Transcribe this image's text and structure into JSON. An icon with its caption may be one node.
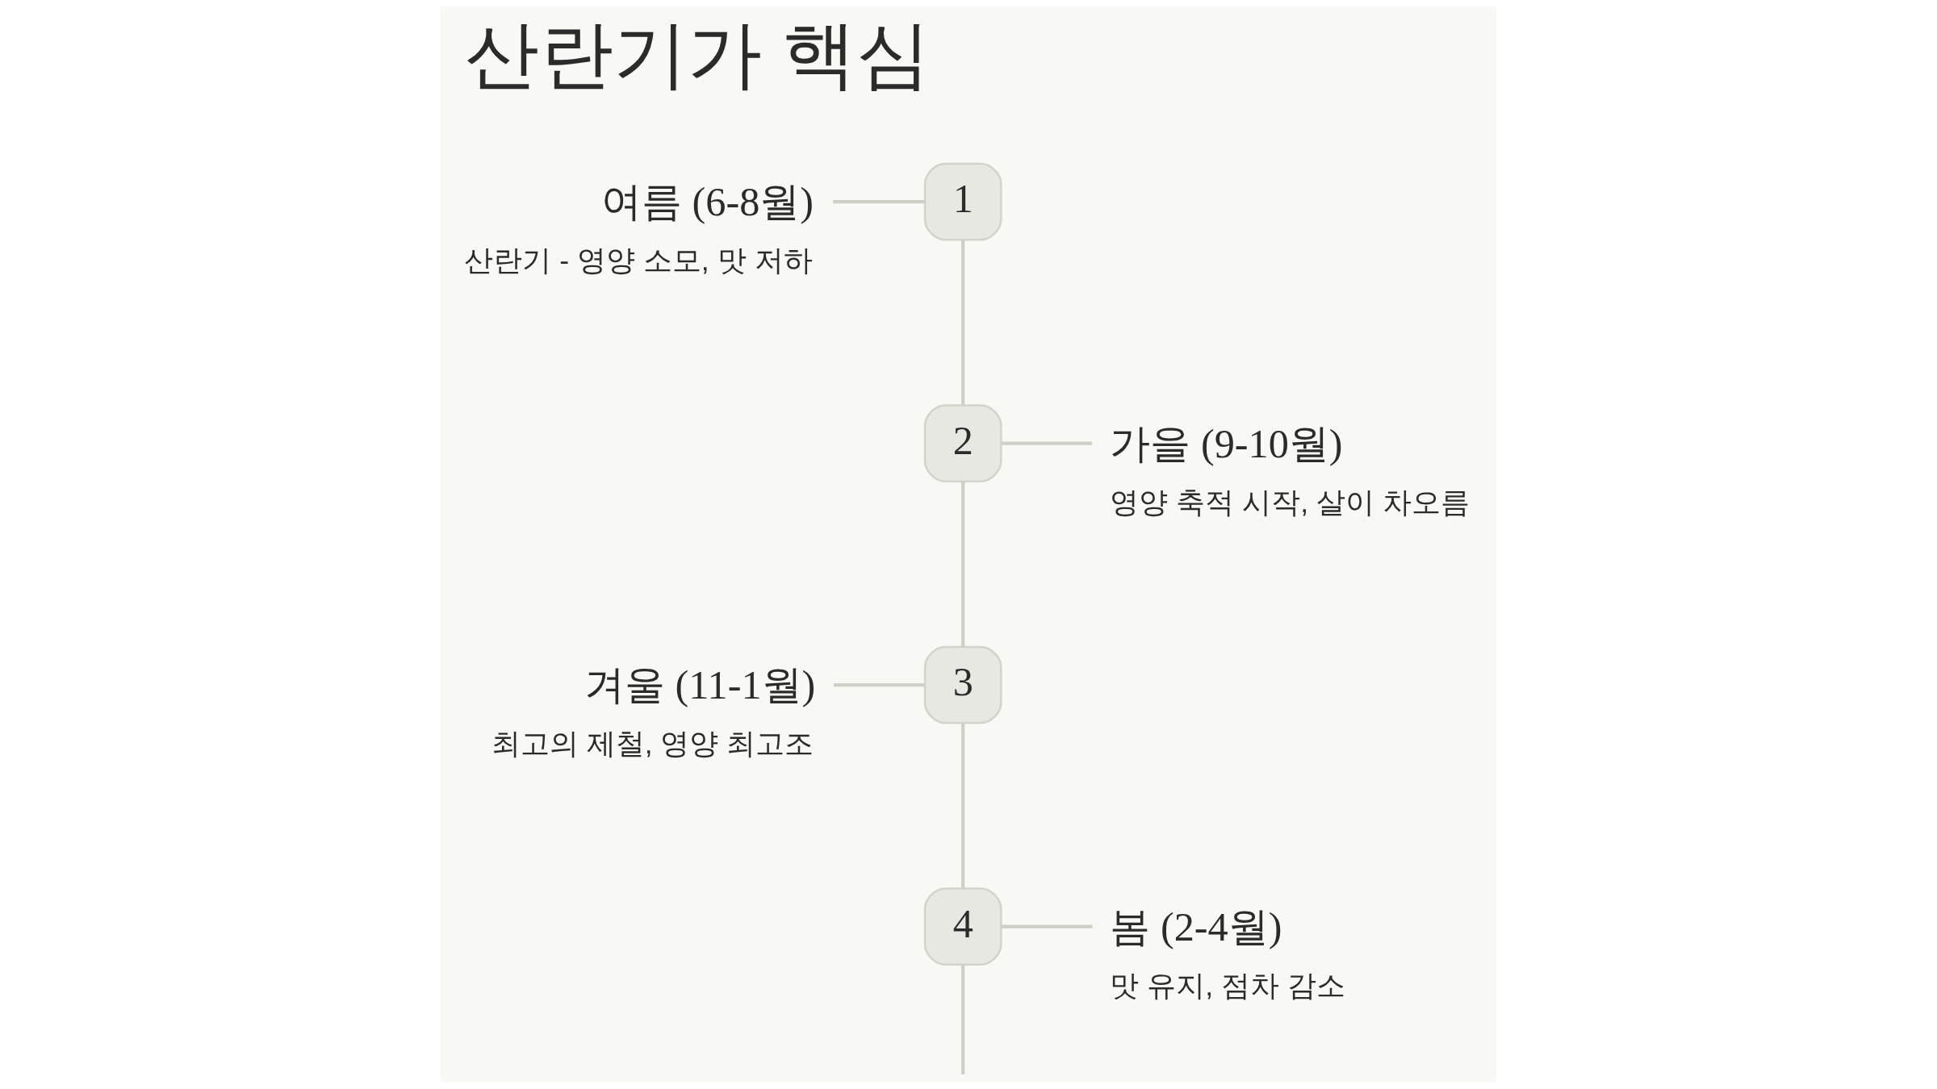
{
  "diagram": {
    "title": "산란기가 핵심",
    "nodes": [
      {
        "text": [
          "여름 (6-8월)",
          "산란기 - 영양 소모, 맛 저하"
        ]
      },
      {
        "text": [
          "1"
        ]
      },
      {
        "text": [
          "2"
        ]
      },
      {
        "text": [
          "가을 (9-10월)",
          "영양 축적 시작, 살이 차오름"
        ]
      },
      {
        "text": [
          "겨울 (11-1월)",
          "최고의 제철, 영양 최고조"
        ]
      },
      {
        "text": [
          "3"
        ]
      },
      {
        "text": [
          "4"
        ]
      },
      {
        "text": [
          "봄 (2-4월)",
          "맛 유지, 점차 감소"
        ]
      }
    ],
    "edges": [
      {
        "from": 0,
        "to": 1,
        "arrow": "none"
      },
      {
        "from": 1,
        "to": 2,
        "arrow": "none"
      },
      {
        "from": 2,
        "to": 3,
        "arrow": "none"
      },
      {
        "from": 2,
        "to": 5,
        "arrow": "none"
      },
      {
        "from": 4,
        "to": 5,
        "arrow": "none"
      },
      {
        "from": 5,
        "to": 6,
        "arrow": "none"
      },
      {
        "from": 6,
        "to": 7,
        "arrow": "none"
      },
      {
        "from": 6,
        "to": null,
        "arrow": "none"
      }
    ]
  }
}
